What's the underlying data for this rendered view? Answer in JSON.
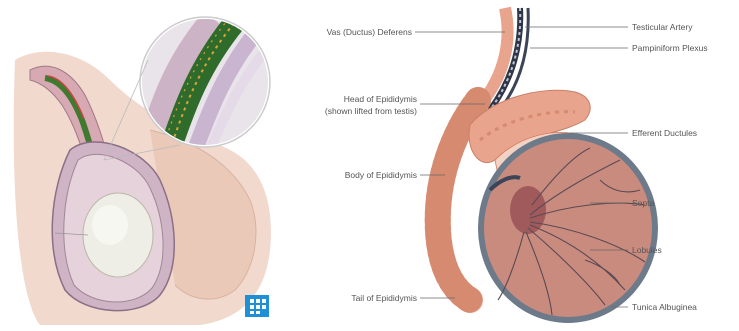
{
  "left_figure": {
    "badge": {
      "icon": "grid-logo-icon",
      "color": "#1f8fd6"
    }
  },
  "labels": {
    "vas_deferens": "Vas (Ductus) Deferens",
    "testicular_artery": "Testicular Artery",
    "pampiniform_plexus": "Pampiniform Plexus",
    "head_of_epididymis_line1": "Head of Epididymis",
    "head_of_epididymis_line2": "(shown lifted from testis)",
    "efferent_ductules": "Efferent Ductules",
    "body_of_epididymis": "Body of Epididymis",
    "septa": "Septa",
    "lobules": "Lobules",
    "tail_of_epididymis": "Tail of Epididymis",
    "tunica_albuginea": "Tunica Albuginea"
  },
  "colors": {
    "epididymis": "#e8a48c",
    "testis_fill": "#c98b7d",
    "tunica": "#6c7a8a",
    "vessels_green": "#2f6b2a",
    "skin": "#eccfc0"
  }
}
